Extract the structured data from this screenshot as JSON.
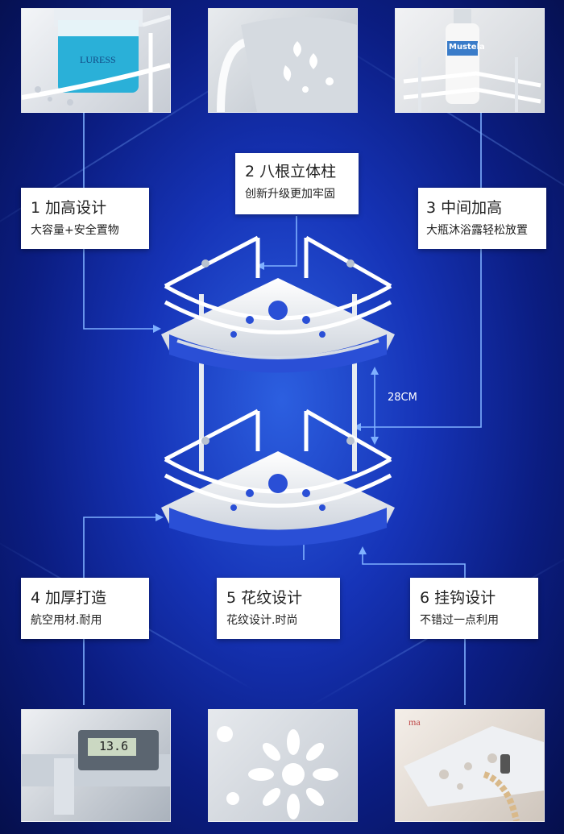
{
  "features": [
    {
      "title": "1 加高设计",
      "subtitle": "大容量+安全置物"
    },
    {
      "title": "2 八根立体柱",
      "subtitle": "创新升级更加牢固"
    },
    {
      "title": "3  中间加高",
      "subtitle": "大瓶沐浴露轻松放置"
    },
    {
      "title": "4 加厚打造",
      "subtitle": "航空用材.耐用"
    },
    {
      "title": "5 花纹设计",
      "subtitle": "花纹设计.时尚"
    },
    {
      "title": "6 挂钩设计",
      "subtitle": "不错过一点利用"
    }
  ],
  "dimension_label": "28CM",
  "photo_texts": {
    "jar_label": "LURESS",
    "bottle_label": "Mustela",
    "caliper_reading": "13.6",
    "bag_text": "ma"
  },
  "colors": {
    "background": "#1634b8",
    "card": "#ffffff",
    "line": "#7fb0ff",
    "rack": "#dfe6ee"
  }
}
